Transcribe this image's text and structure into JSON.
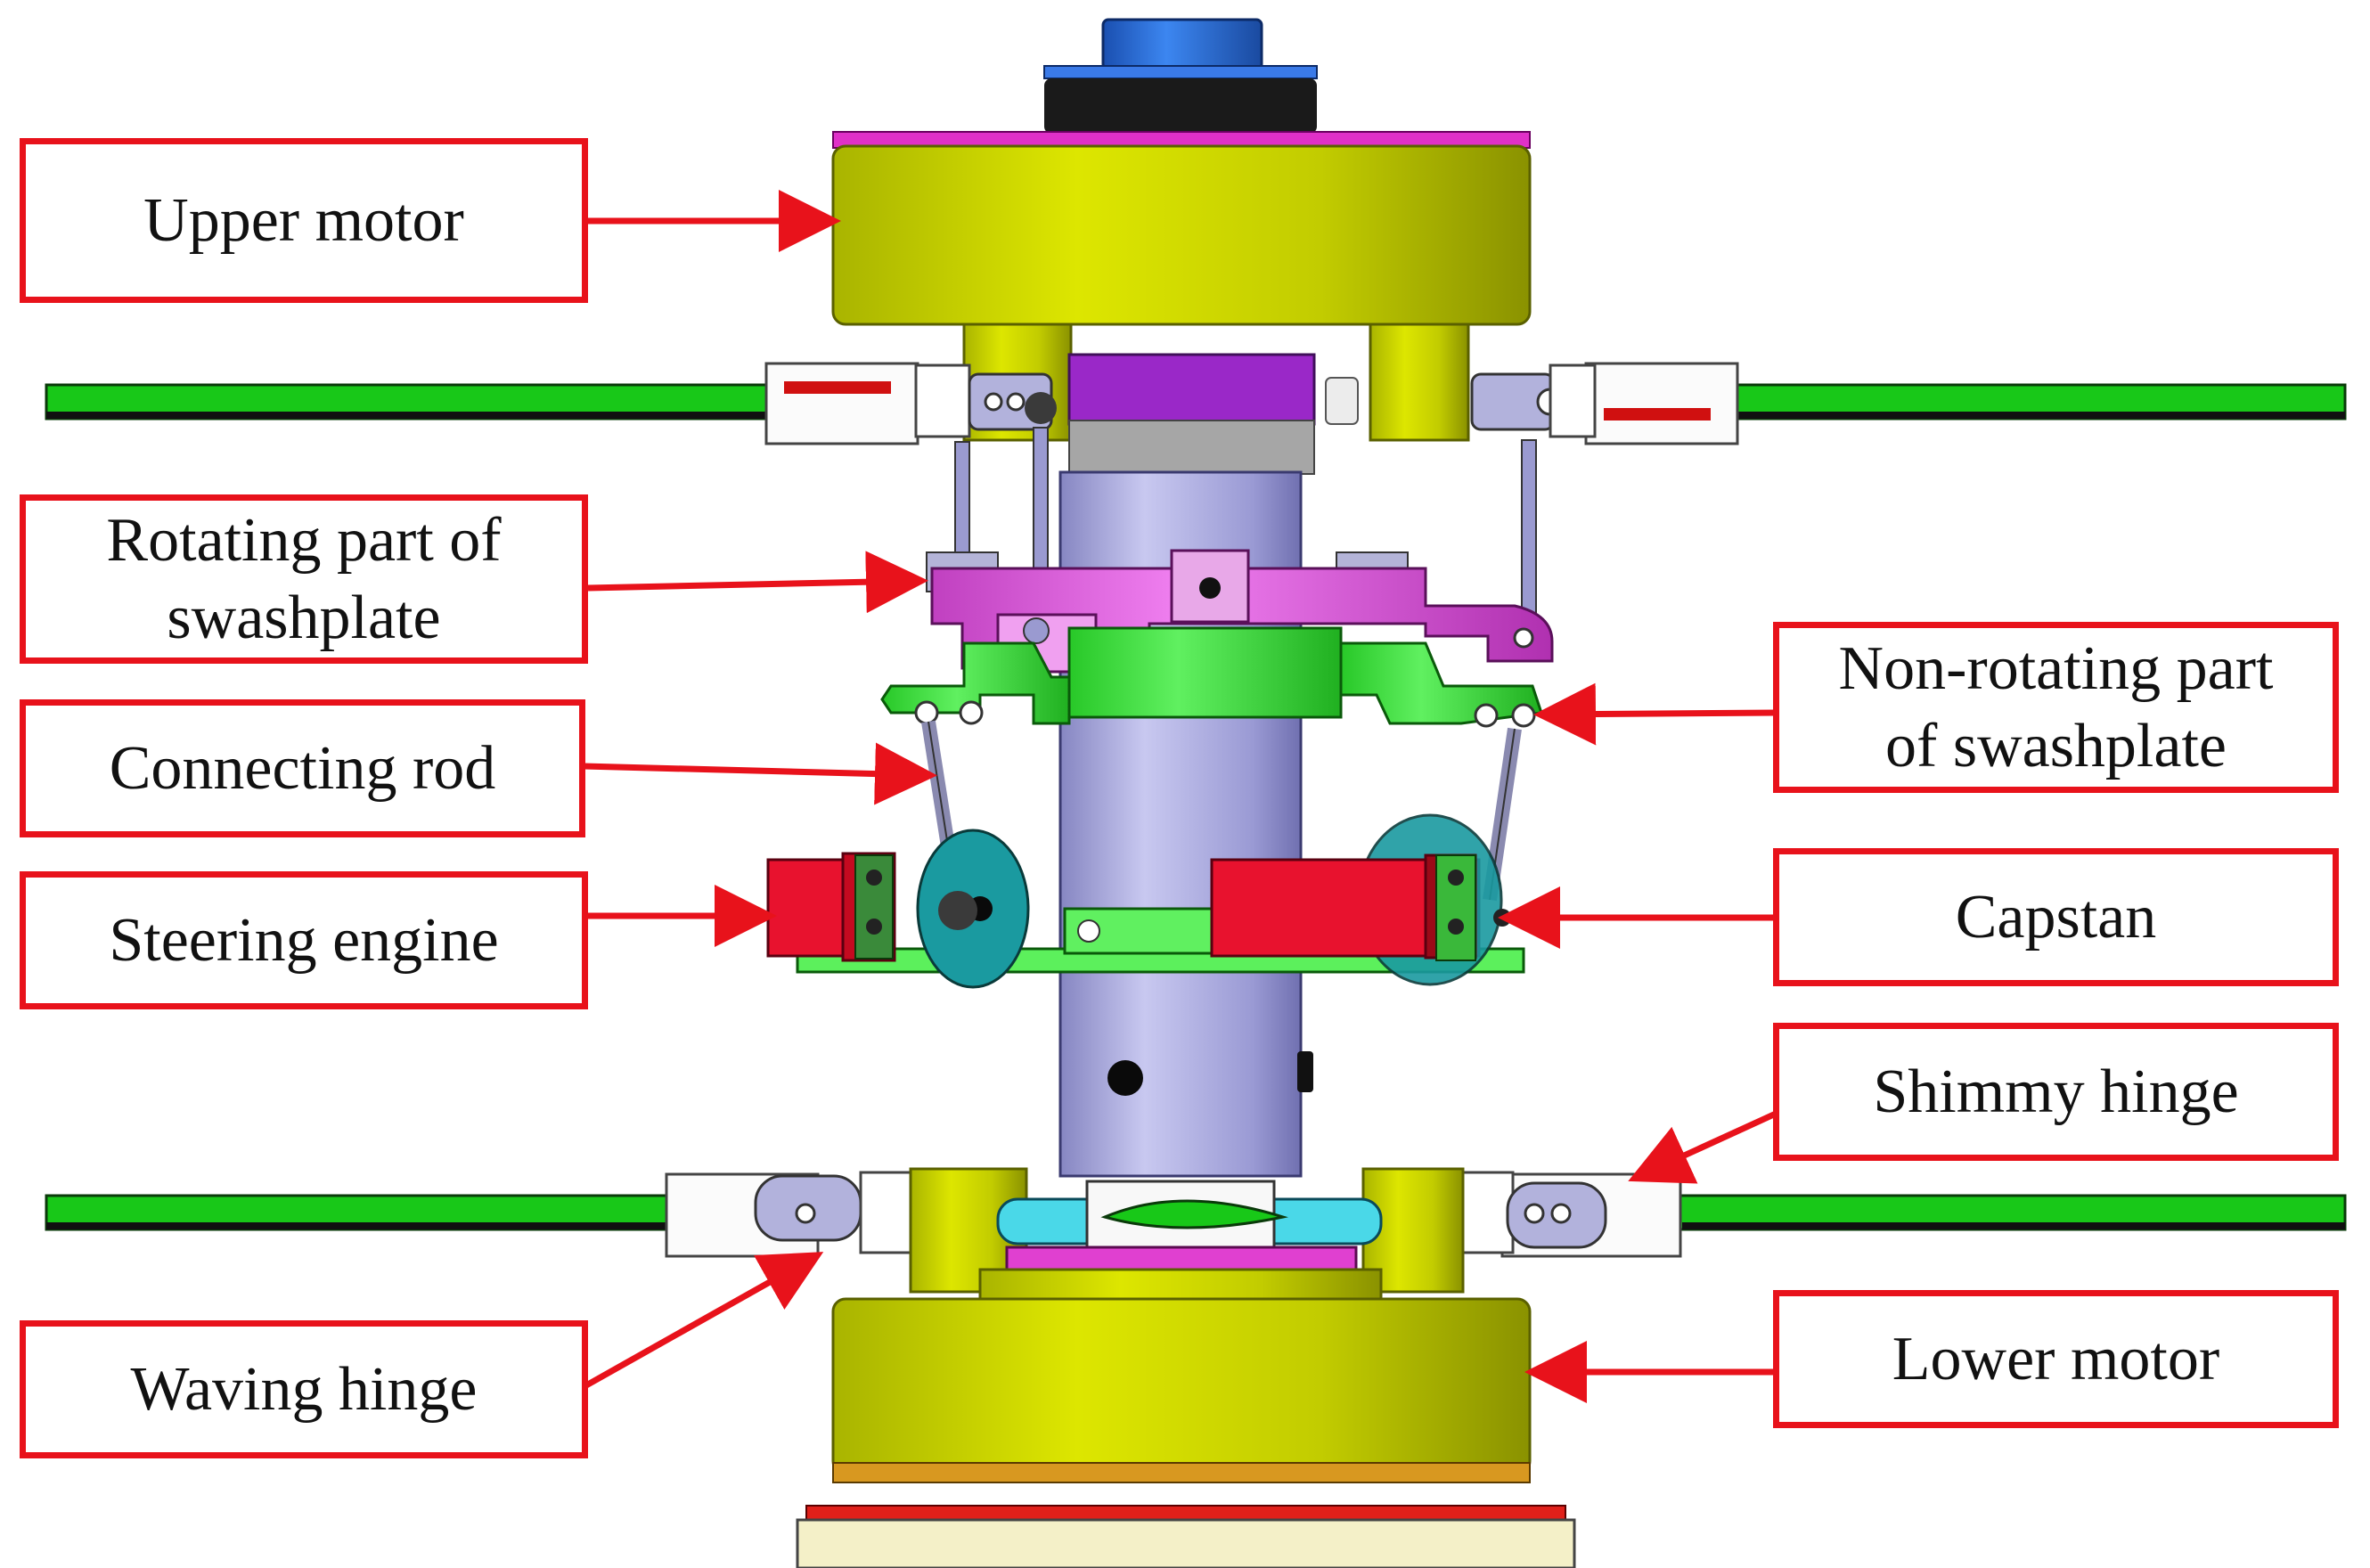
{
  "labels": {
    "upper_motor": "Upper motor",
    "rotating_swashplate_line1": "Rotating part of",
    "rotating_swashplate_line2": "swashplate",
    "connecting_rod": "Connecting rod",
    "steering_engine": "Steering engine",
    "waving_hinge": "Waving hinge",
    "nonrotating_swashplate_line1": "Non-rotating part",
    "nonrotating_swashplate_line2": "of swashplate",
    "capstan": "Capstan",
    "shimmy_hinge": "Shimmy hinge",
    "lower_motor": "Lower motor"
  },
  "colors": {
    "callout_red": "#e8121b",
    "motor_yellow": "#c8d400",
    "blade_green": "#18c818",
    "rotating_swashplate_magenta": "#e060d8",
    "nonrotating_swashplate_green": "#3ce83c",
    "servo_red": "#e8122e",
    "shaft_lavender": "#a8a8e0",
    "capstan_teal": "#1a9aa0",
    "top_cap_blue": "#2a6ad8"
  }
}
